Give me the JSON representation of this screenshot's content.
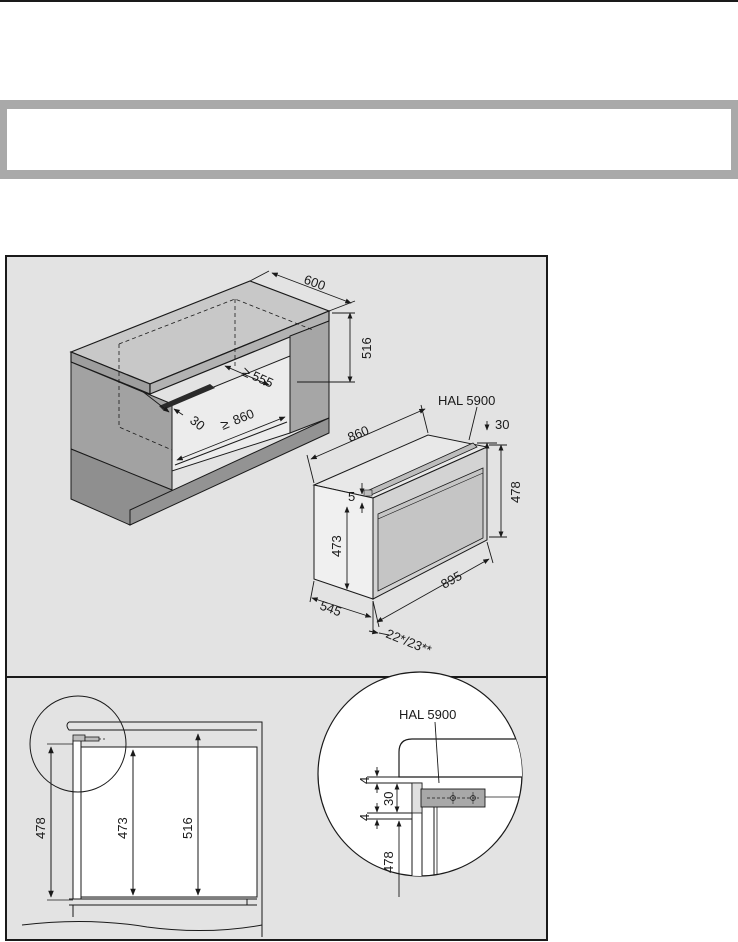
{
  "upper_figure": {
    "cabinet_labels": {
      "depth": "600",
      "height": "516",
      "inner_depth": "555",
      "inner_width": "860",
      "front_gap": "30",
      "ge_symbol": "≥"
    },
    "appliance_labels": {
      "model": "HAL 5900",
      "handle_height": "30",
      "total_height": "478",
      "top_width": "860",
      "panel_gap": "5",
      "body_height": "473",
      "front_width": "895",
      "depth": "545",
      "front_depth": "22*/23**"
    }
  },
  "lower_left_figure": {
    "total_height": "478",
    "body_height": "473",
    "niche_height": "516"
  },
  "lower_right_detail": {
    "model": "HAL 5900",
    "top_gap": "4",
    "handle_height": "30",
    "bottom_gap": "4",
    "total_height": "478"
  }
}
